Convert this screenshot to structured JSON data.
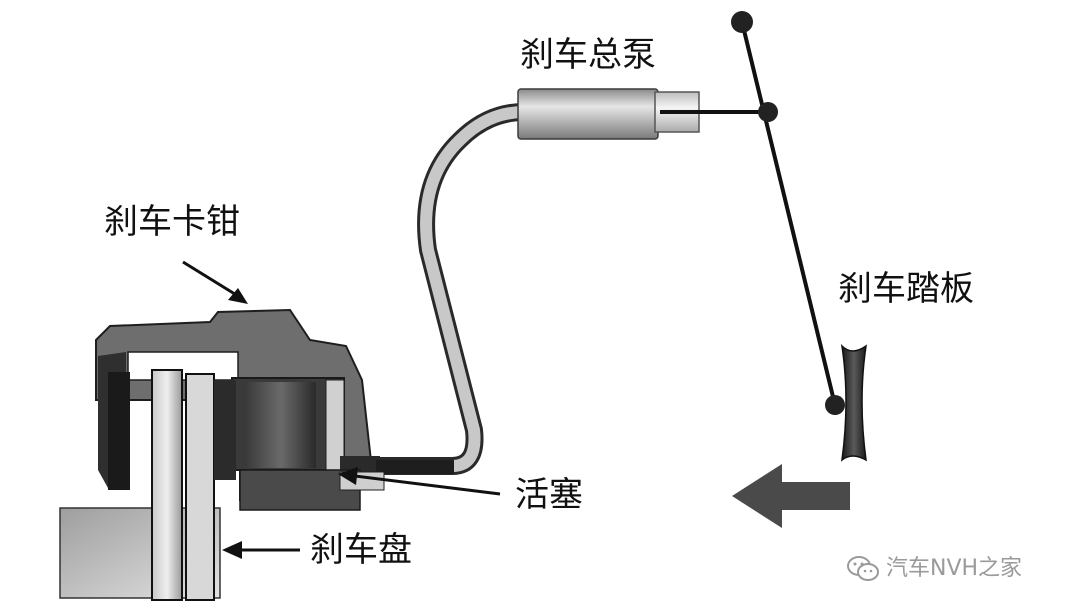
{
  "labels": {
    "master_cylinder": "刹车总泵",
    "caliper": "刹车卡钳",
    "pedal": "刹车踏板",
    "piston": "活塞",
    "disc": "刹车盘"
  },
  "watermark": {
    "text": "汽车NVH之家",
    "icon": "wechat-icon"
  },
  "colors": {
    "ink": "#111111",
    "caliper_dark": "#2b2b2b",
    "caliper_mid": "#6e6e6e",
    "disc_light": "#cfcfcf",
    "hose": "#bdbdbd",
    "arrow": "#4a4a4a",
    "watermark": "#9a9a9a"
  }
}
